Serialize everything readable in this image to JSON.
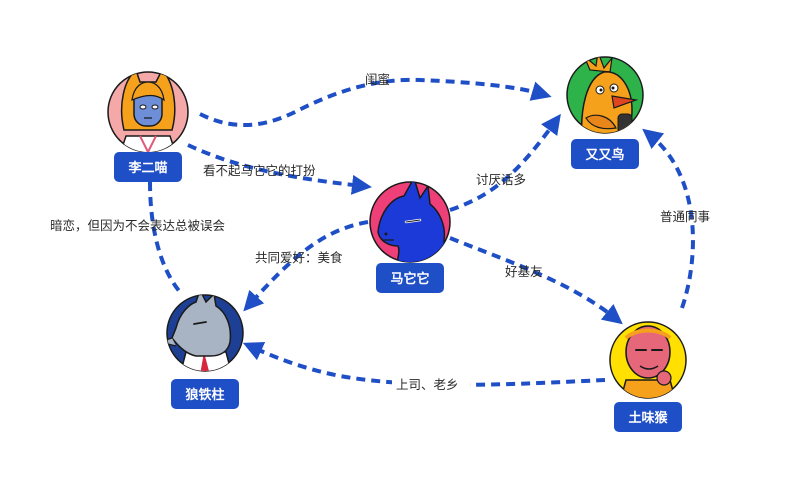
{
  "colors": {
    "arrow": "#1f4fc6",
    "badge": "#1f4fc6",
    "badge_text": "#ffffff"
  },
  "characters": {
    "lierlmiao": {
      "name": "李二喵",
      "icon": "orange-cat-avatar-icon",
      "bg": "#f4a9a8"
    },
    "youyouniao": {
      "name": "又又鸟",
      "icon": "orange-bird-avatar-icon",
      "bg": "#2eb24a"
    },
    "matata": {
      "name": "马它它",
      "icon": "blue-horse-avatar-icon",
      "bg": "#ee3f79"
    },
    "langtiezhu": {
      "name": "狼铁柱",
      "icon": "gray-wolf-avatar-icon",
      "bg": "#1d3f94"
    },
    "tuweihou": {
      "name": "土味猴",
      "icon": "pink-monkey-avatar-icon",
      "bg": "#ffe000"
    }
  },
  "relations": {
    "guimi": "闺蜜",
    "kanbuqi": "看不起马它它的打扮",
    "taoyan": "讨厌话多",
    "anlian": "暗恋，但因为不会表达总被误会",
    "gongtong": "共同爱好：美食",
    "haojiyou": "好基友",
    "putong": "普通同事",
    "shangsi": "上司、老乡"
  }
}
